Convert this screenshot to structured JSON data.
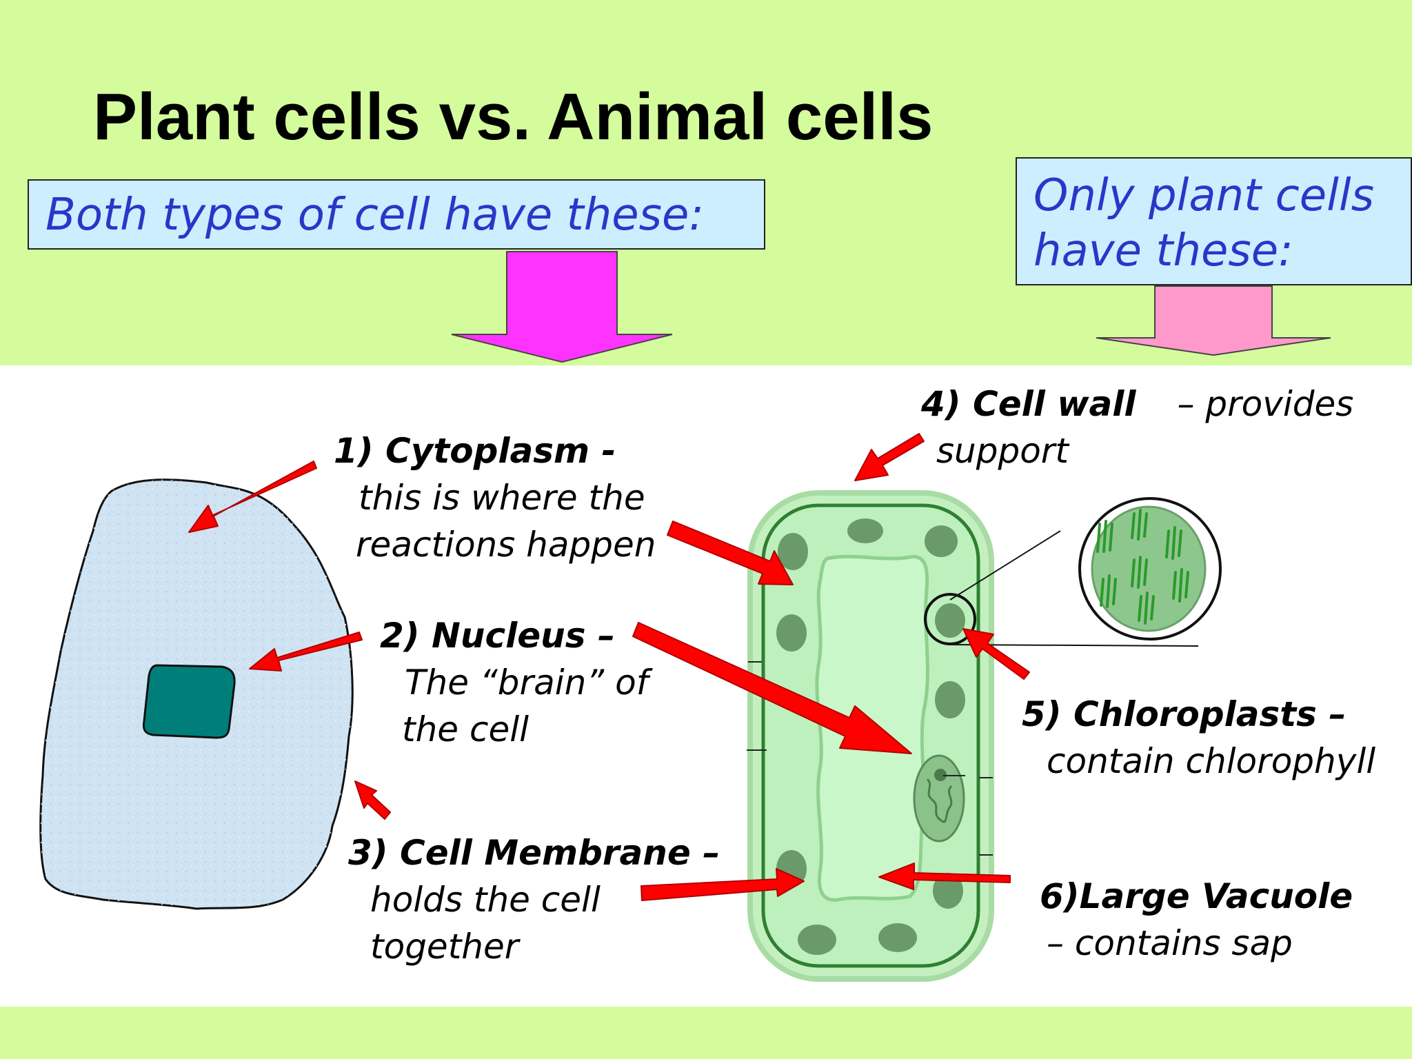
{
  "title": "Plant cells vs. Animal cells",
  "box_both": "Both types of cell have these:",
  "box_only": {
    "line1": "Only plant cells",
    "line2": "have these:"
  },
  "labels": [
    {
      "title": "1) Cytoplasm -",
      "lines": [
        "this is where the",
        "reactions happen"
      ]
    },
    {
      "title": "2) Nucleus –",
      "lines": [
        "The “brain” of",
        "the cell"
      ]
    },
    {
      "title": "3) Cell Membrane –",
      "lines": [
        "holds the cell",
        "together"
      ]
    },
    {
      "title": "4) Cell wall",
      "suffix": "– provides",
      "lines": [
        "support"
      ]
    },
    {
      "title": "5) Chloroplasts –",
      "lines": [
        "contain chlorophyll"
      ]
    },
    {
      "title": "6)Large Vacuole",
      "lines": [
        "– contains sap"
      ]
    }
  ],
  "colors": {
    "band": "#d4fc9c",
    "box_fill": "#cceeff",
    "box_text": "#2b36c8",
    "arrow_both": "#ff33ff",
    "arrow_only": "#ff99cc",
    "label_arrow": "#ff0000",
    "animal_cell": "#cfe3f2",
    "nucleus": "#007f7a",
    "plant_wall": "#c4f0c0",
    "plant_cytoplasm": "#bdf0bd",
    "vacuole": "#c9f7c9",
    "chloroplast": "#6a9a6a"
  }
}
